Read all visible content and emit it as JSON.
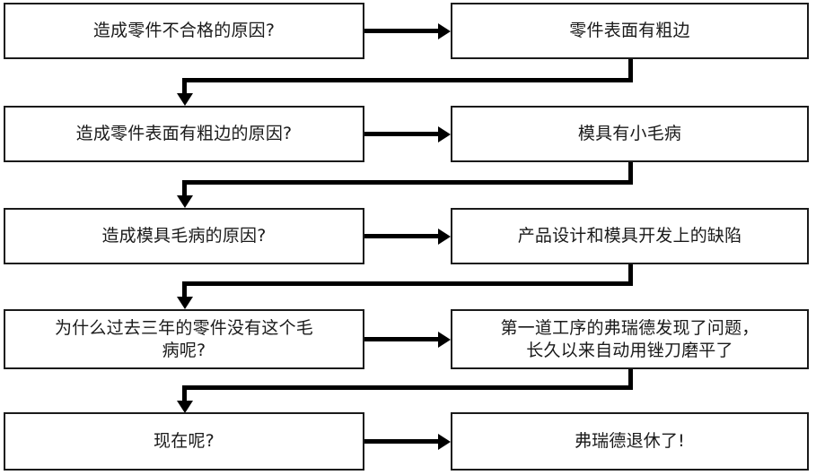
{
  "diagram": {
    "title": "5 Whys root cause analysis flowchart",
    "stroke_color": "#000000",
    "box_border_color": "#1a1a1a",
    "background_color": "#ffffff",
    "rows": [
      {
        "question": "造成零件不合格的原因?",
        "answer": "零件表面有粗边"
      },
      {
        "question": "造成零件表面有粗边的原因?",
        "answer": "模具有小毛病"
      },
      {
        "question": "造成模具毛病的原因?",
        "answer": "产品设计和模具开发上的缺陷"
      },
      {
        "question": "为什么过去三年的零件没有这个毛\n病呢?",
        "answer": "第一道工序的弗瑞德发现了问题，\n长久以来自动用锉刀磨平了"
      },
      {
        "question": "现在呢?",
        "answer": "弗瑞德退休了!"
      }
    ]
  }
}
